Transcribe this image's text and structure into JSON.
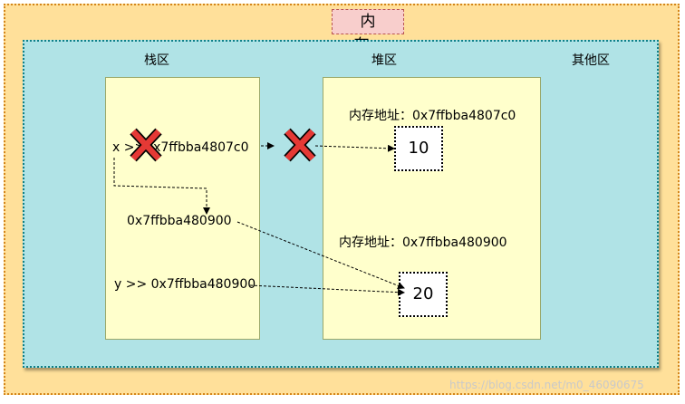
{
  "title": "内 存",
  "regions": {
    "stack": "栈区",
    "heap": "堆区",
    "other": "其他区"
  },
  "stack": {
    "x_var": "x  >>0x7ffbba4807c0",
    "addr_label": "0x7ffbba480900",
    "y_var": "y >> 0x7ffbba480900"
  },
  "heap": {
    "addr1_label": "内存地址：0x7ffbba4807c0",
    "value1": "10",
    "addr2_label": "内存地址：0x7ffbba480900",
    "value2": "20"
  },
  "watermark": "https://blog.csdn.net/m0_46090675",
  "colors": {
    "outer_fill": "#ffe09a",
    "inner_fill": "#b0e3e6",
    "panel_fill": "#ffffcc",
    "title_fill": "#f8cecc",
    "cross_mark": "#e53935"
  },
  "icons": [
    "cross-mark-icon",
    "cross-mark-icon"
  ]
}
